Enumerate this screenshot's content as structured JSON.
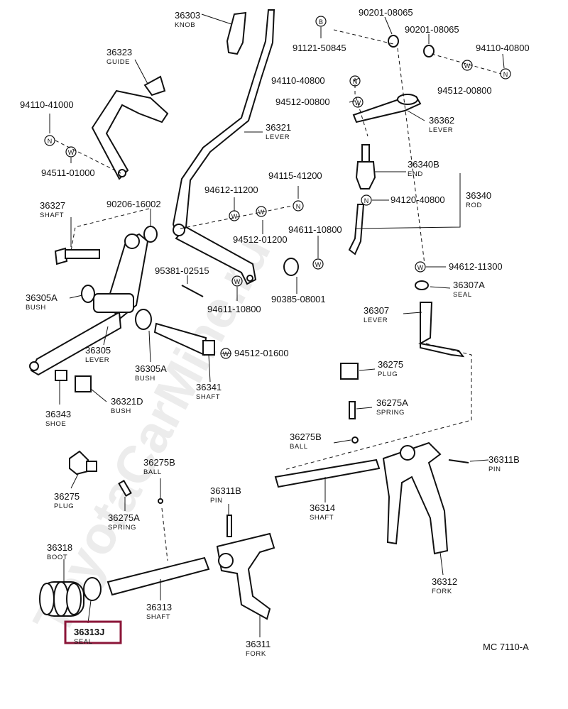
{
  "watermark": "ToyotaCarMine.ru",
  "diagram_code": "MC  7110-A",
  "highlight_color": "#8b1538",
  "callouts": {
    "p36303": {
      "num": "36303",
      "name": "KNOB"
    },
    "p36323": {
      "num": "36323",
      "name": "GUIDE"
    },
    "p94110_41000": {
      "num": "94110-41000"
    },
    "p94511_01000": {
      "num": "94511-01000"
    },
    "p91121_50845": {
      "num": "91121-50845"
    },
    "p90201_a": {
      "num": "90201-08065"
    },
    "p90201_b": {
      "num": "90201-08065"
    },
    "p94110_40800_a": {
      "num": "94110-40800"
    },
    "p94110_40800_b": {
      "num": "94110-40800"
    },
    "p94512_00800_a": {
      "num": "94512-00800"
    },
    "p94512_00800_b": {
      "num": "94512-00800"
    },
    "p36362": {
      "num": "36362",
      "name": "LEVER"
    },
    "p36321": {
      "num": "36321",
      "name": "LEVER"
    },
    "p36340B": {
      "num": "36340B",
      "name": "END"
    },
    "p36340": {
      "num": "36340",
      "name": "ROD"
    },
    "p94120_40800": {
      "num": "94120-40800"
    },
    "p94115_41200": {
      "num": "94115-41200"
    },
    "p94612_11200": {
      "num": "94612-11200"
    },
    "p94512_01200": {
      "num": "94512-01200"
    },
    "p90206_16002": {
      "num": "90206-16002"
    },
    "p36327": {
      "num": "36327",
      "name": "SHAFT"
    },
    "p94611_10800_a": {
      "num": "94611-10800"
    },
    "p94611_10800_b": {
      "num": "94611-10800"
    },
    "p95381_02515": {
      "num": "95381-02515"
    },
    "p90385_08001": {
      "num": "90385-08001"
    },
    "p94612_11300": {
      "num": "94612-11300"
    },
    "p36307A": {
      "num": "36307A",
      "name": "SEAL"
    },
    "p36307": {
      "num": "36307",
      "name": "LEVER"
    },
    "p36305A_a": {
      "num": "36305A",
      "name": "BUSH"
    },
    "p36305": {
      "num": "36305",
      "name": "LEVER"
    },
    "p36305A_b": {
      "num": "36305A",
      "name": "BUSH"
    },
    "p36341": {
      "num": "36341",
      "name": "SHAFT"
    },
    "p94512_01600": {
      "num": "94512-01600"
    },
    "p36275_a": {
      "num": "36275",
      "name": "PLUG"
    },
    "p36275A_a": {
      "num": "36275A",
      "name": "SPRING"
    },
    "p36275B_a": {
      "num": "36275B",
      "name": "BALL"
    },
    "p36343": {
      "num": "36343",
      "name": "SHOE"
    },
    "p36321D": {
      "num": "36321D",
      "name": "BUSH"
    },
    "p36311B_a": {
      "num": "36311B",
      "name": "PIN"
    },
    "p36314": {
      "num": "36314",
      "name": "SHAFT"
    },
    "p36312": {
      "num": "36312",
      "name": "FORK"
    },
    "p36275_b": {
      "num": "36275",
      "name": "PLUG"
    },
    "p36275B_b": {
      "num": "36275B",
      "name": "BALL"
    },
    "p36275A_b": {
      "num": "36275A",
      "name": "SPRING"
    },
    "p36311B_b": {
      "num": "36311B",
      "name": "PIN"
    },
    "p36318": {
      "num": "36318",
      "name": "BOOT"
    },
    "p36313": {
      "num": "36313",
      "name": "SHAFT"
    },
    "p36311": {
      "num": "36311",
      "name": "FORK"
    },
    "p36313J": {
      "num": "36313J",
      "name": "SEAL"
    }
  },
  "markers": {
    "b": "B",
    "n": "N",
    "w": "W"
  }
}
